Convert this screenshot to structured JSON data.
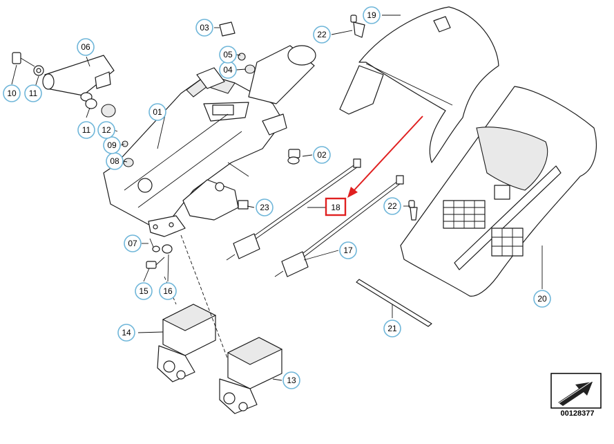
{
  "diagram": {
    "reference_number": "00128377",
    "highlight_color": "#e02020",
    "callout_color": "#6fb6d9",
    "highlighted_part": "18",
    "callouts": [
      {
        "id": "c01",
        "label": "01"
      },
      {
        "id": "c02",
        "label": "02"
      },
      {
        "id": "c03",
        "label": "03"
      },
      {
        "id": "c04",
        "label": "04"
      },
      {
        "id": "c05",
        "label": "05"
      },
      {
        "id": "c06",
        "label": "06"
      },
      {
        "id": "c07",
        "label": "07"
      },
      {
        "id": "c08",
        "label": "08"
      },
      {
        "id": "c09",
        "label": "09"
      },
      {
        "id": "c10",
        "label": "10"
      },
      {
        "id": "c11a",
        "label": "11"
      },
      {
        "id": "c11b",
        "label": "11"
      },
      {
        "id": "c12",
        "label": "12"
      },
      {
        "id": "c13",
        "label": "13"
      },
      {
        "id": "c14",
        "label": "14"
      },
      {
        "id": "c15",
        "label": "15"
      },
      {
        "id": "c16",
        "label": "16"
      },
      {
        "id": "c17",
        "label": "17"
      },
      {
        "id": "c18",
        "label": "18"
      },
      {
        "id": "c19",
        "label": "19"
      },
      {
        "id": "c20",
        "label": "20"
      },
      {
        "id": "c21",
        "label": "21"
      },
      {
        "id": "c22a",
        "label": "22"
      },
      {
        "id": "c22b",
        "label": "22"
      },
      {
        "id": "c23",
        "label": "23"
      }
    ]
  }
}
